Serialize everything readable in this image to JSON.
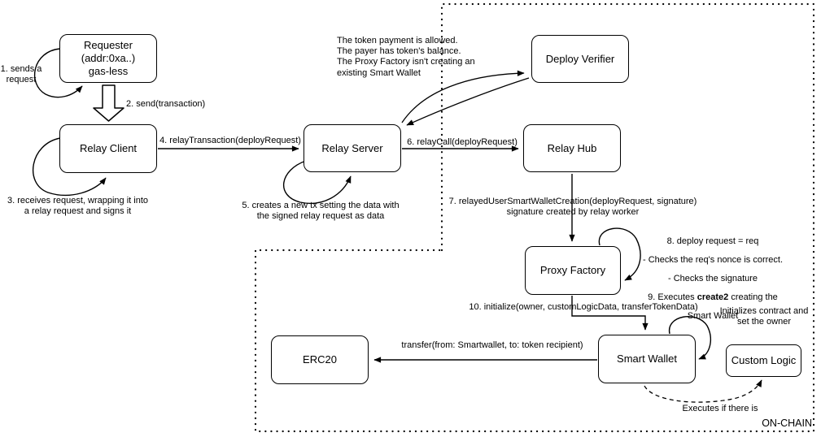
{
  "diagram": {
    "region_label": "ON-CHAIN",
    "colors": {
      "ink": "#000000",
      "background": "#ffffff"
    },
    "nodes": {
      "requester": {
        "label": "Requester\n(addr:0xa..)\ngas-less"
      },
      "relay_client": {
        "label": "Relay Client"
      },
      "relay_server": {
        "label": "Relay Server"
      },
      "deploy_verifier": {
        "label": "Deploy Verifier"
      },
      "relay_hub": {
        "label": "Relay Hub"
      },
      "proxy_factory": {
        "label": "Proxy Factory"
      },
      "smart_wallet": {
        "label": "Smart Wallet"
      },
      "erc20": {
        "label": "ERC20"
      },
      "custom_logic": {
        "label": "Custom Logic"
      }
    },
    "edges": {
      "step1": "1. sends a\nrequest",
      "step2": "2. send(transaction)",
      "step3": "3. receives request, wrapping it into\na relay request and signs it",
      "step4": "4. relayTransaction(deployRequest)",
      "step5": "5. creates a new tx setting the data with\nthe signed relay request as data",
      "step6": "6. relayCall(deployRequest)",
      "step7": "7. relayedUserSmartWalletCreation(deployRequest, signature)\nsignature created by relay worker",
      "step10": "10. initialize(owner, customLogicData, transferTokenData)",
      "transfer": "transfer(from: Smartwallet, to: token recipient)",
      "verifier_note": "The token payment is allowed.\nThe payer has token's balance.\nThe Proxy Factory isn't creating an\nexisting Smart Wallet",
      "factory_note": {
        "line1": "8. deploy request = req",
        "line2": "- Checks the req's nonce is correct.",
        "line3": "- Checks the signature",
        "line4_prefix": "9. Executes ",
        "line4_bold": "create2",
        "line4_suffix": " creating the",
        "line5": "Smart Wallet"
      },
      "init_note": "Initializes contract and\nset the owner",
      "executes_note": "Executes if there is"
    }
  }
}
